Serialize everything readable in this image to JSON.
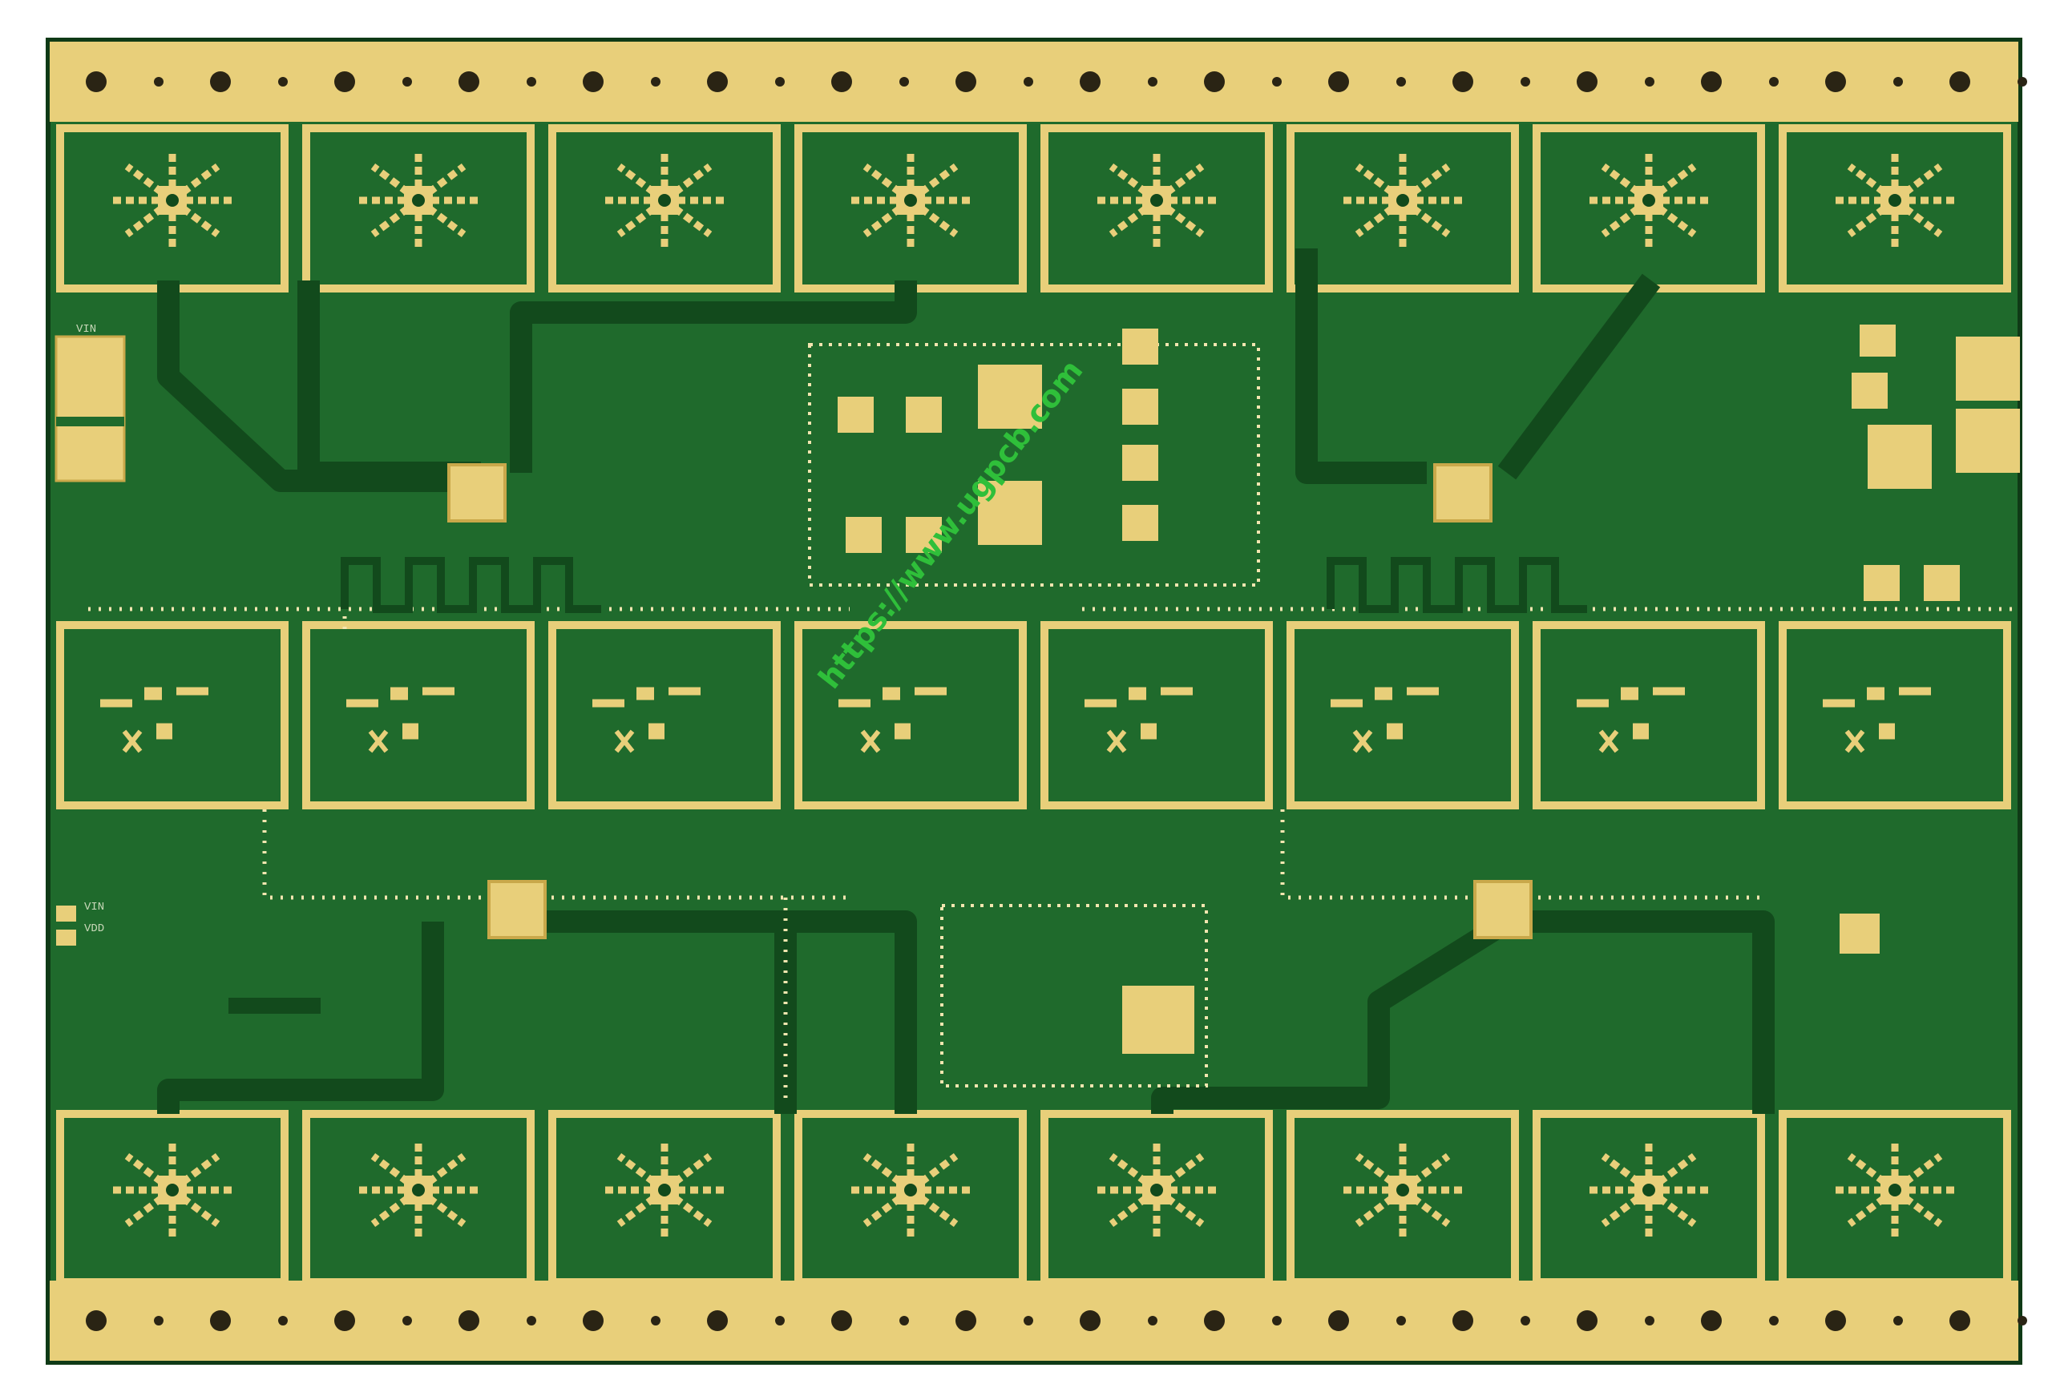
{
  "photo": {
    "subject": "pcb-board",
    "colors": {
      "background": "#ffffff",
      "solder_mask": "#1f6a2c",
      "solder_mask_dark": "#124a1c",
      "gold": "#e8cf7a",
      "gold_dark": "#c9a84a",
      "via": "#f3e6b0",
      "hole": "#2a2414",
      "watermark": "#2fbf3a"
    },
    "watermark_text": "https://www.ugpcb.com",
    "silkscreen_labels": [
      "VIN",
      "VIN",
      "VDD"
    ]
  }
}
